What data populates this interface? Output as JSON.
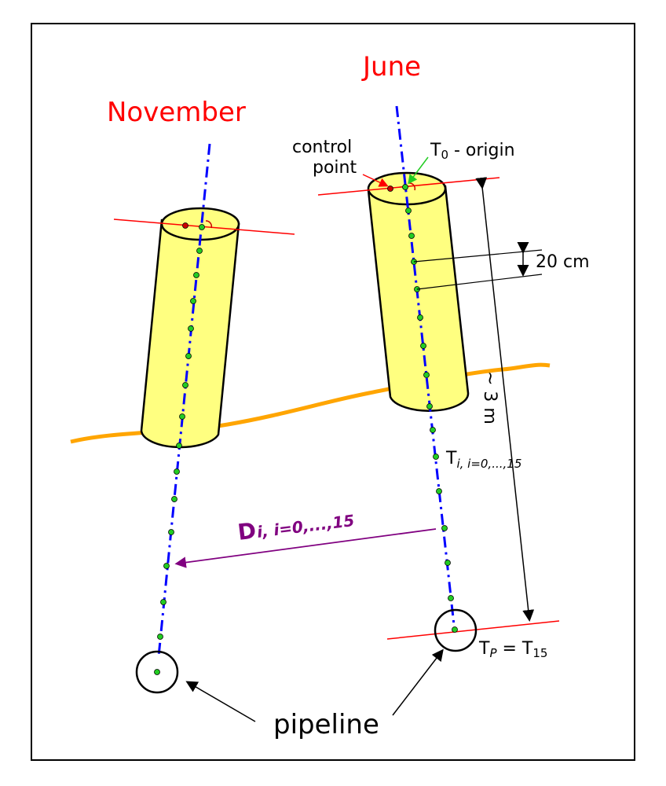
{
  "labels": {
    "november": "November",
    "june": "June",
    "control_point_line1": "control",
    "control_point_line2": "point",
    "t0_symbol": "T",
    "t0_sub": "0",
    "t0_text": " - origin",
    "spacing": "20 cm",
    "length": "~ 3 m",
    "ti_symbol": "T",
    "ti_sub": "i, i=0,...,15",
    "di_symbol": "D",
    "di_sub": "i, i=0,...,15",
    "tp_symbol": "T",
    "tp_sub": "P",
    "tp_eq": " = T",
    "tp_eq_sub": "15",
    "pipeline": "pipeline"
  },
  "colors": {
    "month_label": "#ff0000",
    "axis": "#0000ff",
    "tube_fill": "#ffff80",
    "ground": "#ffa500",
    "point": "#22cc22",
    "control_point": "#cc0000",
    "reference_line": "#ff0000",
    "displacement_arrow": "#800080"
  },
  "elements": {
    "november_tube": "yellow-cylinder",
    "june_tube": "yellow-cylinder",
    "ground_line": "orange-wavy-line",
    "points_per_axis": 16
  }
}
